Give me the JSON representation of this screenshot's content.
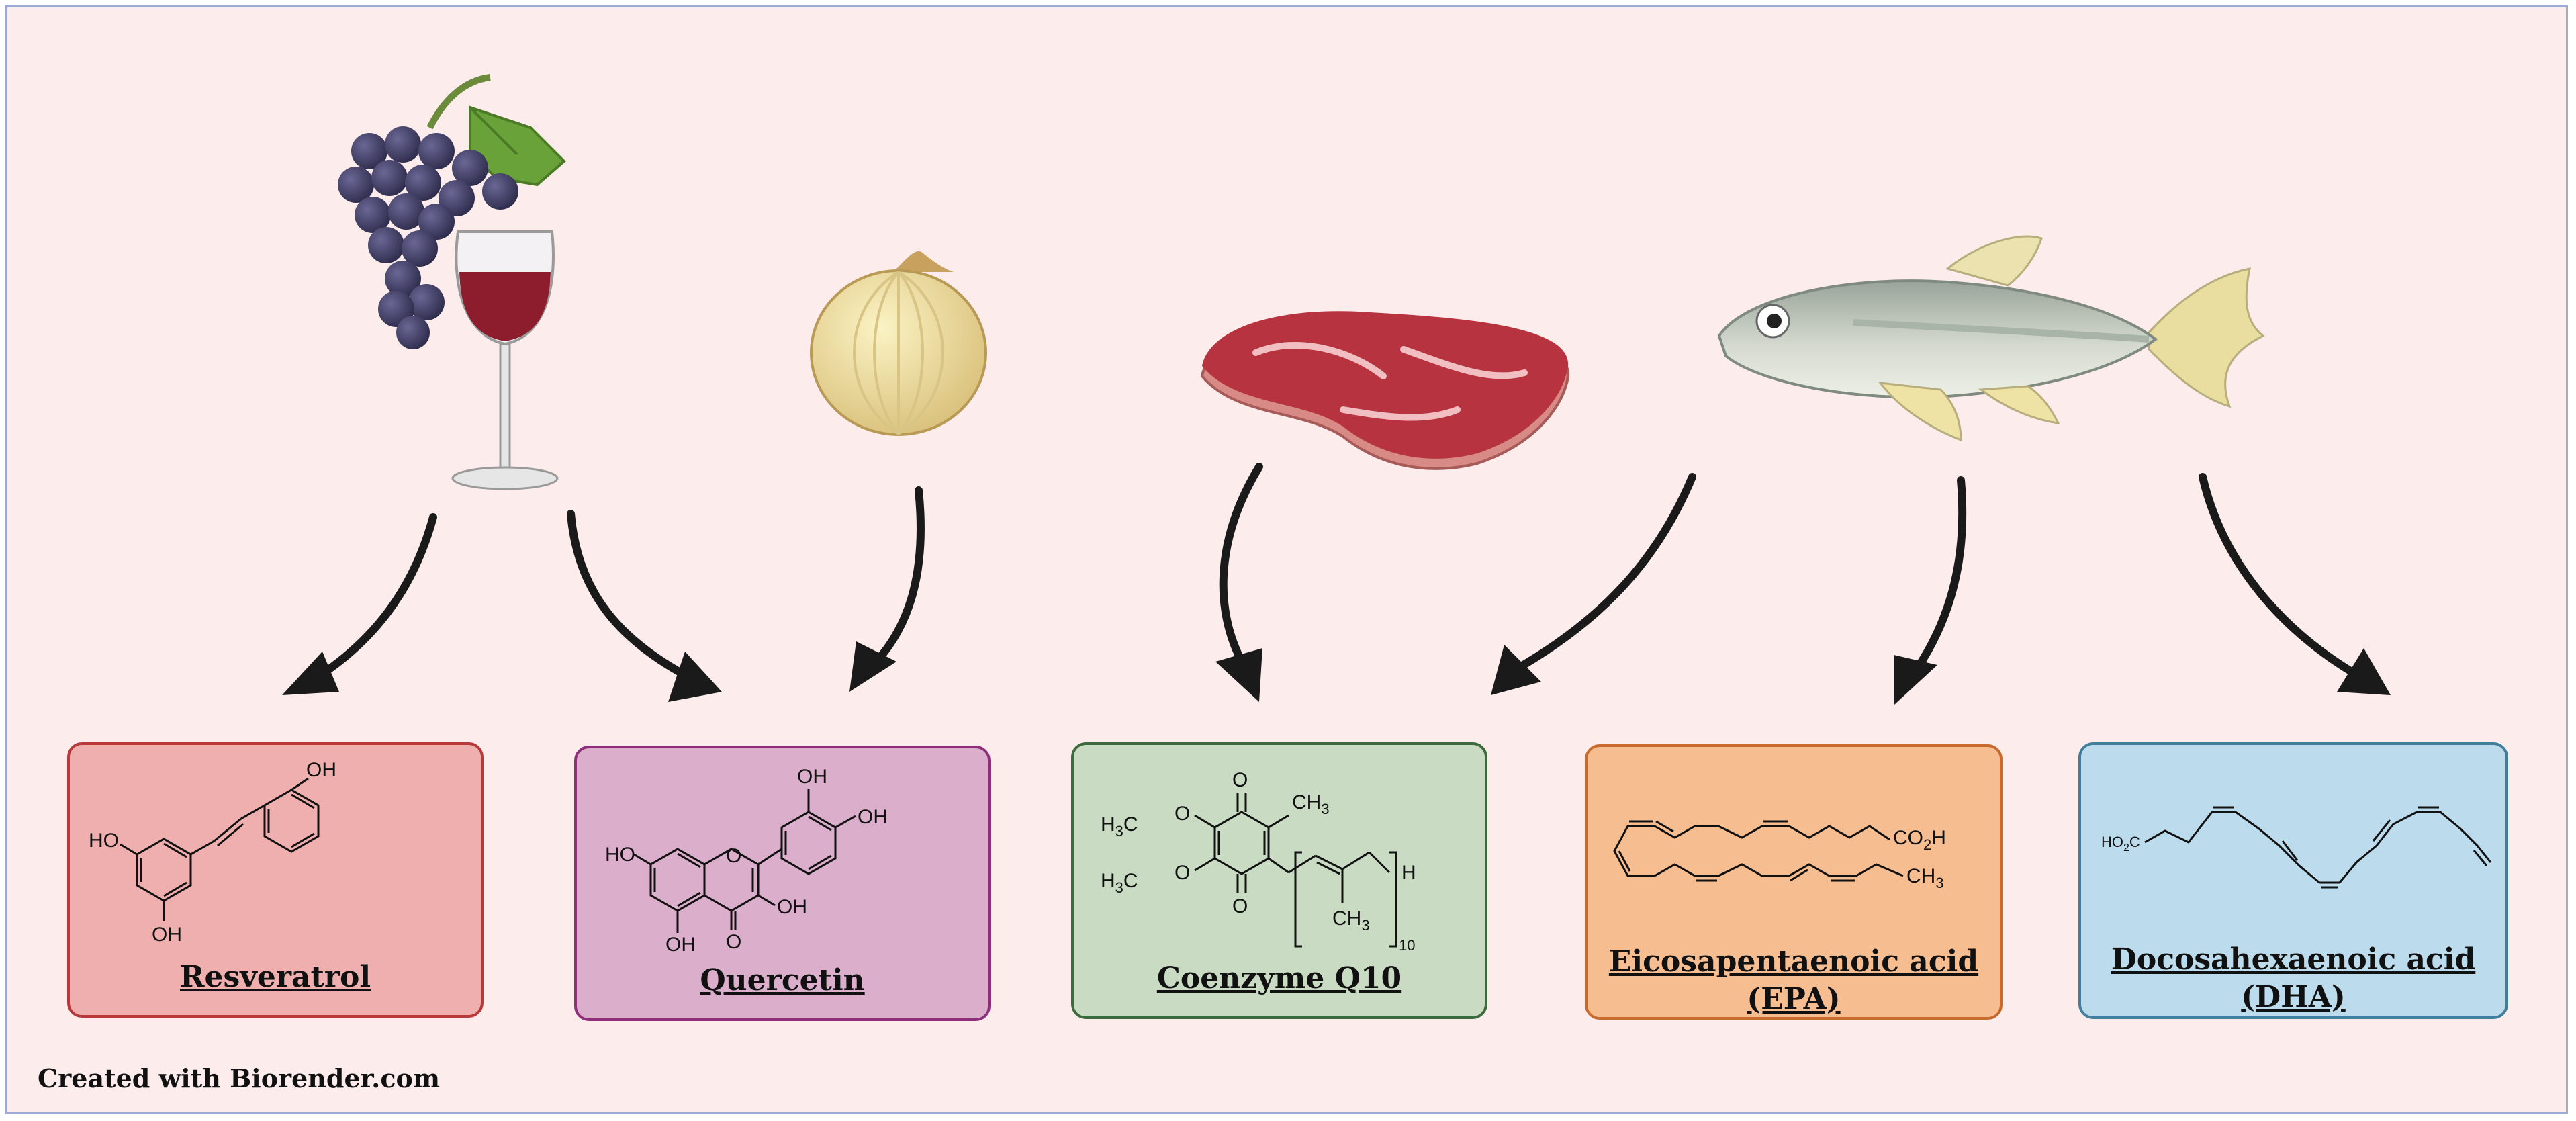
{
  "compounds": [
    {
      "name": "Resveratrol",
      "fill": "#efafae",
      "border": "#b73a3a"
    },
    {
      "name": "Quercetin",
      "fill": "#dbaecb",
      "border": "#8e2f7c"
    },
    {
      "name": "Coenzyme Q10",
      "fill": "#c9dcc3",
      "border": "#3d6b3d"
    },
    {
      "name": "Eicosapentaenoic acid",
      "name_line2": "(EPA)",
      "fill": "#f6bd91",
      "border": "#c86a2d"
    },
    {
      "name": "Docosahexaenoic acid ",
      "name_line2": "(DHA)",
      "fill": "#bcdbed",
      "border": "#3f7f9b"
    }
  ],
  "sources": [
    {
      "name": "grapes-and-red-wine-icon"
    },
    {
      "name": "onion-icon"
    },
    {
      "name": "steak-icon"
    },
    {
      "name": "fish-icon"
    }
  ],
  "chem_labels": {
    "oh": "OH",
    "ho": "HO",
    "o": "O",
    "h": "H",
    "h3c": "H",
    "three": "3",
    "ch": "CH",
    "ten": "10",
    "co2h": "CO",
    "two": "2",
    "ho2c": "HO",
    "c": "C"
  },
  "credit": "Created with Biorender.com"
}
